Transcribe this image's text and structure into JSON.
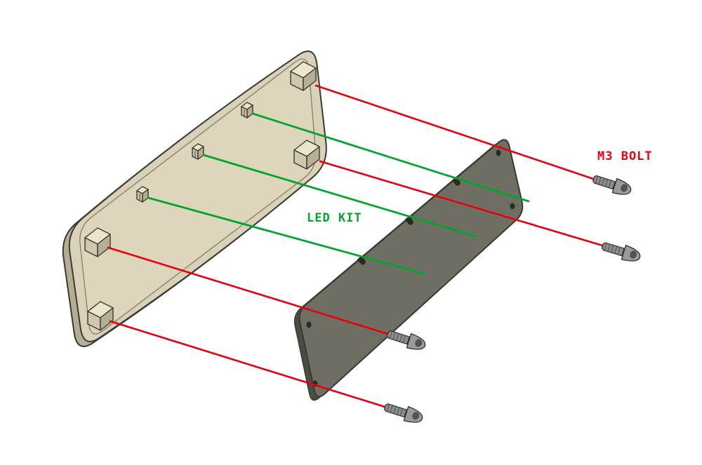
{
  "diagram": {
    "labels": {
      "m3_bolt": "M3 BOLT",
      "led_kit": "LED KIT"
    },
    "colors": {
      "background": "#ffffff",
      "bolt_line": "#e8000d",
      "led_line": "#00a62c",
      "panel_face": "#d9d2b8",
      "panel_inner": "#ddd6bd",
      "panel_side": "#b5ad93",
      "boss_top": "#ece5cd",
      "boss_front": "#cfc8ad",
      "boss_side": "#b7af94",
      "plate_face": "#6e6e63",
      "plate_side": "#4c4c44",
      "outline": "#3a3a33",
      "bolt_head": "#9a9a9a",
      "bolt_shaft": "#8d8d8d"
    },
    "counts": {
      "bolts": 4,
      "bolt_leader_lines": 4,
      "led_leader_lines": 3,
      "plate_notches": 3
    }
  }
}
